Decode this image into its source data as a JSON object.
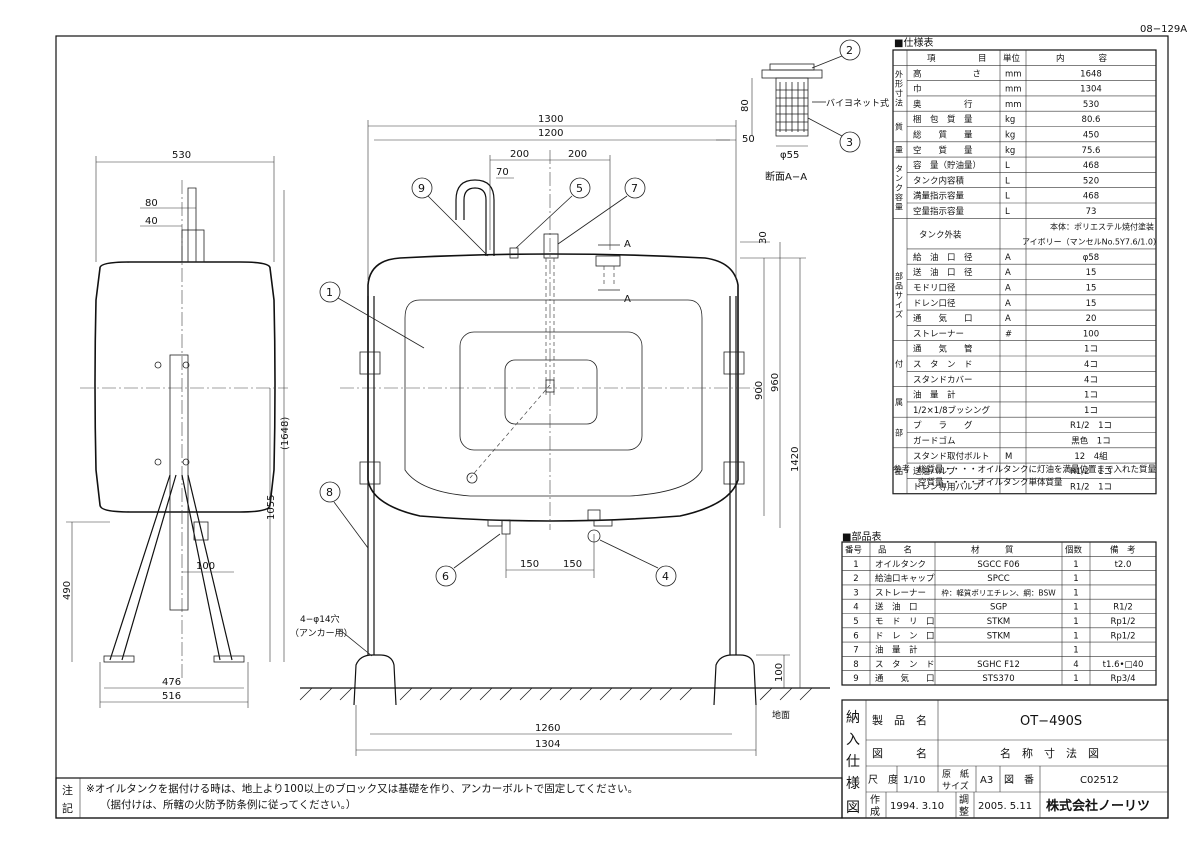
{
  "doc_no": "08−129A",
  "spec_table": {
    "title": "■仕様表",
    "headers": [
      "項　　　　　目",
      "単位",
      "内　　　　容"
    ],
    "groups": [
      {
        "label": "外形寸法"
      },
      {
        "label": "質"
      },
      {
        "label": "量"
      },
      {
        "label": "タンク容量"
      },
      {
        "label": "部品サイズ"
      },
      {
        "label": "付"
      },
      {
        "label": "属"
      },
      {
        "label": "部"
      },
      {
        "label": "品"
      }
    ],
    "rows": [
      {
        "item": "高　　　　　　さ",
        "unit": "mm",
        "value": "1648"
      },
      {
        "item": "巾",
        "unit": "mm",
        "value": "1304"
      },
      {
        "item": "奥　　　　　行",
        "unit": "mm",
        "value": "530"
      },
      {
        "item": "梱　包　質　量",
        "unit": "kg",
        "value": "80.6"
      },
      {
        "item": "総　　質　　量",
        "unit": "kg",
        "value": "450"
      },
      {
        "item": "空　　質　　量",
        "unit": "kg",
        "value": "75.6"
      },
      {
        "item": "容　量（貯油量）",
        "unit": "L",
        "value": "468"
      },
      {
        "item": "タンク内容積",
        "unit": "L",
        "value": "520"
      },
      {
        "item": "満量指示容量",
        "unit": "L",
        "value": "468"
      },
      {
        "item": "空量指示容量",
        "unit": "L",
        "value": "73"
      },
      {
        "item": "タンク外装",
        "unit": "",
        "value": "本体：ポリエステル焼付塗装",
        "value2": "アイボリー（マンセルNo.5Y7.6/1.0）"
      },
      {
        "item": "給　油　口　径",
        "unit": "A",
        "value": "φ58"
      },
      {
        "item": "送　油　口　径",
        "unit": "A",
        "value": "15"
      },
      {
        "item": "モドリ口径",
        "unit": "A",
        "value": "15"
      },
      {
        "item": "ドレン口径",
        "unit": "A",
        "value": "15"
      },
      {
        "item": "通　　気　　口",
        "unit": "A",
        "value": "20"
      },
      {
        "item": "ストレーナー",
        "unit": "#",
        "value": "100"
      },
      {
        "item": "通　　気　　管",
        "unit": "",
        "value": "1コ"
      },
      {
        "item": "ス　タ　ン　ド",
        "unit": "",
        "value": "4コ"
      },
      {
        "item": "スタンドカバー",
        "unit": "",
        "value": "4コ"
      },
      {
        "item": "油　量　計",
        "unit": "",
        "value": "1コ"
      },
      {
        "item": "1/2×1/8ブッシング",
        "unit": "",
        "value": "1コ"
      },
      {
        "item": "プ　　ラ　　グ",
        "unit": "",
        "value": "R1/2　1コ"
      },
      {
        "item": "ガードゴム",
        "unit": "",
        "value": "黒色　1コ"
      },
      {
        "item": "スタンド取付ボルト",
        "unit": "M",
        "value": "12　4組"
      },
      {
        "item": "送油バルブ",
        "unit": "",
        "value": "R1/2　1コ"
      },
      {
        "item": "ドレン専用バルブ",
        "unit": "",
        "value": "R1/2　1コ"
      }
    ],
    "note_label": "参考",
    "notes": [
      "総質量・・・・オイルタンクに灯油を満量位置まで入れた質量",
      "空質量・・・・オイルタンク単体質量"
    ]
  },
  "parts_table": {
    "title": "■部品表",
    "headers": [
      "番号",
      "品　　名",
      "材　　　質",
      "個数",
      "備　考"
    ],
    "rows": [
      {
        "no": "1",
        "name": "オイルタンク",
        "material": "SGCC F06",
        "qty": "1",
        "remarks": "t2.0"
      },
      {
        "no": "2",
        "name": "給油口キャップ",
        "material": "SPCC",
        "qty": "1",
        "remarks": ""
      },
      {
        "no": "3",
        "name": "ストレーナー",
        "material": "枠：軽質ポリエチレン、網：BSW",
        "qty": "1",
        "remarks": ""
      },
      {
        "no": "4",
        "name": "送　油　口",
        "material": "SGP",
        "qty": "1",
        "remarks": "R1/2"
      },
      {
        "no": "5",
        "name": "モ　ド　リ　口",
        "material": "STKM",
        "qty": "1",
        "remarks": "Rp1/2"
      },
      {
        "no": "6",
        "name": "ド　レ　ン　口",
        "material": "STKM",
        "qty": "1",
        "remarks": "Rp1/2"
      },
      {
        "no": "7",
        "name": "油　量　計",
        "material": "",
        "qty": "1",
        "remarks": ""
      },
      {
        "no": "8",
        "name": "ス　タ　ン　ド",
        "material": "SGHC F12",
        "qty": "4",
        "remarks": "t1.6•□40"
      },
      {
        "no": "9",
        "name": "通　　気　　口",
        "material": "STS370",
        "qty": "1",
        "remarks": "Rp3/4"
      }
    ]
  },
  "title_block": {
    "side_chars": [
      "納",
      "入",
      "仕",
      "様",
      "図"
    ],
    "product_label": "製　品　名",
    "product_name": "OT−490S",
    "drawing_label": "図　　　名",
    "drawing_name": "名　称　寸　法　図",
    "scale_label": "尺　度",
    "scale": "1/10",
    "paper_label_1": "原　紙",
    "paper_label_2": "サイズ",
    "paper_size": "A3",
    "drawing_no_label": "図　番",
    "drawing_no": "C02512",
    "created_label_1": "作",
    "created_label_2": "成",
    "created": "1994. 3.10",
    "adjusted_label_1": "調",
    "adjusted_label_2": "整",
    "adjusted": "2005. 5.11",
    "company": "株式会社ノーリツ"
  },
  "notes": {
    "side_1": "注",
    "side_2": "記",
    "line1": "※オイルタンクを据付ける時は、地上より100以上のブロック又は基礎を作り、アンカーボルトで固定してください。",
    "line2": "（据付けは、所轄の火防予防条例に従ってください。）"
  },
  "drawing": {
    "dims": {
      "d530": "530",
      "d80a": "80",
      "d40": "40",
      "d1648": "(1648)",
      "d1055": "1055",
      "d490": "490",
      "d100a": "100",
      "d476": "476",
      "d516": "516",
      "d1300": "1300",
      "d1200": "1200",
      "d50": "50",
      "d200a": "200",
      "d200b": "200",
      "d70": "70",
      "d30": "30",
      "d900": "900",
      "d960": "960",
      "d1420": "1420",
      "d100b": "100",
      "d150a": "150",
      "d150b": "150",
      "d1260": "1260",
      "d1304": "1304",
      "d80b": "80",
      "d55": "φ55"
    },
    "labels": {
      "section_a1": "A",
      "section_a2": "A",
      "bayonet": "バイヨネット式",
      "section_title": "断面A−A",
      "anchor1": "4−φ14穴",
      "anchor2": "（アンカー用）",
      "ground": "地面"
    },
    "balloons": [
      "1",
      "2",
      "3",
      "4",
      "5",
      "6",
      "7",
      "8",
      "9"
    ]
  }
}
